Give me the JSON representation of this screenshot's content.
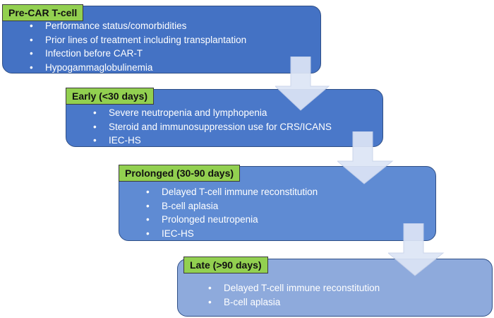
{
  "colors": {
    "stage_1_fill": "#4472c4",
    "stage_2_fill": "#4a78c9",
    "stage_3_fill": "#5f8bd3",
    "stage_4_fill": "#8eaadc",
    "label_fill": "#92d050",
    "arrow_fill": "#dde5f6"
  },
  "bullet_glyph": "•",
  "stages": [
    {
      "label": "Pre-CAR T-cell",
      "items": [
        "Performance status/comorbidities",
        "Prior lines of treatment including transplantation",
        "Infection before CAR-T",
        "Hypogammaglobulinemia"
      ]
    },
    {
      "label": "Early (<30 days)",
      "items": [
        "Severe neutropenia and lymphopenia",
        "Steroid and immunosuppression use for CRS/ICANS",
        "IEC-HS"
      ]
    },
    {
      "label": "Prolonged (30-90 days)",
      "items": [
        "Delayed T-cell immune reconstitution",
        "B-cell aplasia",
        "Prolonged neutropenia",
        "IEC-HS"
      ]
    },
    {
      "label": "Late (>90 days)",
      "items": [
        "Delayed T-cell immune reconstitution",
        "B-cell aplasia"
      ]
    }
  ]
}
